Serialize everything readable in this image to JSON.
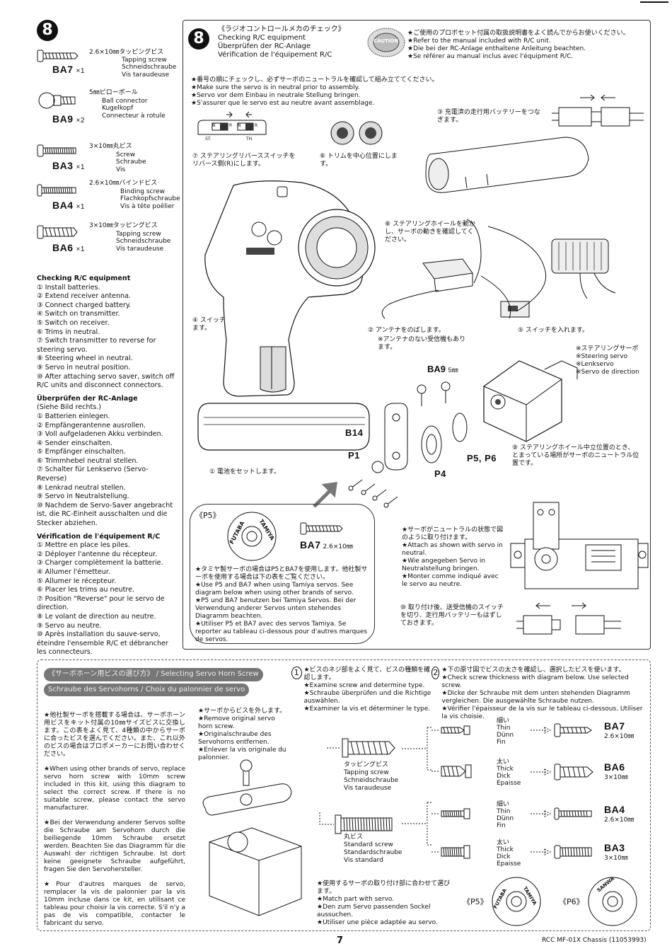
{
  "step_number": "8",
  "parts": [
    {
      "code": "BA7",
      "qty": "×1",
      "size_ja": "2.6×10㎜タッピングビス",
      "en": "Tapping screw",
      "de": "Schneidschraube",
      "fr": "Vis taraudeuse"
    },
    {
      "code": "BA9",
      "qty": "×2",
      "size_ja": "5㎜ピローボール",
      "en": "Ball connector",
      "de": "Kugelkopf",
      "fr": "Connecteur à rotule"
    },
    {
      "code": "BA3",
      "qty": "×1",
      "size_ja": "3×10㎜丸ビス",
      "en": "Screw",
      "de": "Schraube",
      "fr": "Vis"
    },
    {
      "code": "BA4",
      "qty": "×1",
      "size_ja": "2.6×10㎜バインドビス",
      "en": "Binding screw",
      "de": "Flachkopfschraube",
      "fr": "Vis à tête poêlier"
    },
    {
      "code": "BA6",
      "qty": "×1",
      "size_ja": "3×10㎜タッピングビス",
      "en": "Tapping screw",
      "de": "Schneidschraube",
      "fr": "Vis taraudeuse"
    }
  ],
  "checking": {
    "en_title": "Checking R/C equipment",
    "en_steps": [
      "① Install batteries.",
      "② Extend receiver antenna.",
      "③ Connect charged battery.",
      "④ Switch on transmitter.",
      "⑤ Switch on receiver.",
      "⑥ Trims in neutral.",
      "⑦ Switch transmitter to reverse for steering servo.",
      "⑧ Steering wheel in neutral.",
      "⑨ Servo in neutral position.",
      "⑩ After attaching servo saver, switch off R/C units and disconnect connectors."
    ],
    "de_title": "Überprüfen der RC-Anlage",
    "de_sub": "(Siehe Bild rechts.)",
    "de_steps": [
      "① Batterien einlegen.",
      "② Empfängerantenne ausrollen.",
      "③ Voll aufgeladenen Akku verbinden.",
      "④ Sender einschalten.",
      "⑤ Empfänger einschalten.",
      "⑥ Trimmhebel neutral stellen.",
      "⑦ Schalter für Lenkservo (Servo-Reverse)",
      "⑧ Lenkrad neutral stellen.",
      "⑨ Servo in Neutralstellung.",
      "⑩ Nachdem de Servo-Saver angebracht ist, die RC-Einheit ausschalten und die Stecker abziehen."
    ],
    "fr_title": "Vérification de l'équipement R/C",
    "fr_steps": [
      "① Mettre en place les piles.",
      "② Déployer l'antenne du récepteur.",
      "③ Charger complètement la batterie.",
      "④ Allumer l'émetteur.",
      "⑤ Allumer le récepteur.",
      "⑥ Placer les trims au neutre.",
      "⑦ Position \"Reverse\" pour le servo de direction.",
      "⑧ Le volant de direction au neutre.",
      "⑨ Servo au neutre.",
      "⑩ Après installation du sauve-servo, éteindre l'ensemble R/C et débrancher les connecteurs."
    ]
  },
  "main": {
    "title_ja": "《ラジオコントロールメカのチェック》",
    "title_en": "Checking R/C equipment",
    "title_de": "Überprüfen der RC-Anlage",
    "title_fr": "Vérification de l'équipement R/C",
    "caution_label": "CAUTION",
    "caution_ja": "★ご使用のプロポセット付属の取扱説明書をよく読んでからお使いください。",
    "caution_en": "★Refer to the manual included with R/C unit.",
    "caution_de": "★Die bei der RC-Anlage enthaltene Anleitung beachten.",
    "caution_fr": "★Se référer au manual inclus avec l'équipment R/C.",
    "order_ja": "★番号の順にチェックし、必ずサーボのニュートラルを確認して組み立ててください。",
    "order_en": "★Make sure the servo is in neutral prior to assembly.",
    "order_de": "★Servo vor dem Einbau in neutrale Stellung bringen.",
    "order_fr": "★S'assurer que le servo est au neutre avant assemblage.",
    "switch_labels": {
      "n": "N",
      "r": "R"
    },
    "knob_labels": {
      "st": "ST.",
      "th": "TH."
    },
    "callouts": {
      "c3": "③ 充電済の走行用バッテリーをつなぎます。",
      "c7": "⑦ ステアリングリバーススイッチをリバース側(R)にします。",
      "c6": "⑥ トリムを中心位置にします。",
      "c8": "⑧ ステアリングホイールを動かし、サーボの動きを確認してください。",
      "c4": "④ スイッチを入れます。",
      "c2a": "② アンテナをのばします。",
      "c2b": "※アンテナのない受信機もあります。",
      "c5": "⑤ スイッチを入れます。",
      "c1": "① 電池をセットします。",
      "c9": "⑨ ステアリングホイール中立位置のとき、とまっている場所がサーボのニュートラル位置です。",
      "c10": "⑩ 取り付け後、送受信機のスイッチを切り、走行用バッテリーもはずしておきます。"
    },
    "servo_label_ja": "※ステアリングサーボ",
    "servo_label_en": "※Steering servo",
    "servo_label_de": "※Lenkservo",
    "servo_label_fr": "※Servo de direction",
    "ba9_label": "BA9",
    "ba9_size": "5㎜",
    "b14": "B14",
    "p1": "P1",
    "p4": "P4",
    "p56": "P5, P6",
    "p5_box_label": "《P5》",
    "futaba": "FUTABA",
    "tamiya": "TAMIYA",
    "ba7_label": "BA7",
    "ba7_size": "2.6×10㎜",
    "p5_note_ja": "★タミヤ製サーボの場合はP5とBA7を使用します。他社製サーボを使用する場合は下の表をご覧ください。",
    "p5_note_en": "★Use P5 and BA7 when using Tamiya servos. See diagram below when using other brands of servo.",
    "p5_note_de": "★P5 und BA7 benutzen bei Tamiya Servos. Bei der Verwendung anderer Servos unten stehendes Diagramm beachten.",
    "p5_note_fr": "★Utiliser P5 et BA7 avec des servos Tamiya. Se reporter au tableau ci-dessous pour d'autres marques de servos.",
    "attach_ja": "★サーボがニュートラルの状態で図のように取り付けます。",
    "attach_en": "★Attach as shown with servo in neutral.",
    "attach_de": "★Wie angegeben Servo in Neutralstellung bringen.",
    "attach_fr": "★Monter comme indiqué avec le servo au neutre."
  },
  "bottom": {
    "header_ja": "《サーボホーン用ビスの選び方》",
    "header_en": "Selecting Servo Horn Screw",
    "header_de": "Schraube des Servohorns",
    "header_fr": "Choix du palonnier de servo",
    "intro_ja": "★他社製サーボを搭載する場合は、サーボホーン用ビスをキット付属の10㎜サイズビスに交換します。この表をよく見て、4種類の中からサーボに合ったビスを選んでください。また、これ以外のビスの場合はプロポメーカーにお問い合わせください。",
    "intro_en": "★When using other brands of servo, replace servo horn screw with 10mm screw included in this kit, using this diagram to select the correct screw. If there is no suitable screw, please contact the servo manufacturer.",
    "intro_de": "★Bei der Verwendung anderer Servos sollte die Schraube am Servohorn durch die beiliegende 10mm Schraube ersetzt werden. Beachten Sie das Diagramm für die Auswahl der richtigen Schraube. Ist dort keine geeignete Schraube aufgeführt, fragen Sie den Servohersteller.",
    "intro_fr": "★Pour d'autres marques de servo, remplacer la vis de palonnier par la vis 10mm incluse dans ce kit, en utilisant ce tableau pour choisir la vis correcte. S'il n'y a pas de vis compatible, contacter le fabricant du servo.",
    "remove_ja": "★サーボからビスを外します。",
    "remove_en": "★Remove original servo horn screw.",
    "remove_de": "★Originalschraube des Servohorns entfernen.",
    "remove_fr": "★Enlever la vis originale du palonnier.",
    "s1_ja": "★ビスのネジ部をよく見て、ビスの種類を確認します。",
    "s1_en": "★Examine screw and determine type.",
    "s1_de": "★Schraube überprüfen und die Richtige auswählen.",
    "s1_fr": "★Examiner la vis et déterminer le type.",
    "s2_ja": "★下の原寸図でビスの太さを確認し、選択したビスを使います。",
    "s2_en": "★Check screw thickness with diagram below. Use selected screw.",
    "s2_de": "★Dicke der Schraube mit dem unten stehenden Diagramm vergleichen. Die ausgewählte Schraube nutzen.",
    "s2_fr": "★Vérifier l'épaisseur de la vis sur le tableau ci-dessous. Utiliser la vis choisie.",
    "tapping": {
      "ja": "タッピングビス",
      "en": "Tapping screw",
      "de": "Schneidschraube",
      "fr": "Vis taraudeuse"
    },
    "standard": {
      "ja": "丸ビス",
      "en": "Standard screw",
      "de": "Standardschraube",
      "fr": "Vis standard"
    },
    "rows": [
      {
        "ja": "細い",
        "en": "Thin",
        "de": "Dünn",
        "fr": "Fin",
        "code": "BA7",
        "size": "2.6×10㎜"
      },
      {
        "ja": "太い",
        "en": "Thick",
        "de": "Dick",
        "fr": "Epaisse",
        "code": "BA6",
        "size": "3×10㎜"
      },
      {
        "ja": "細い",
        "en": "Thin",
        "de": "Dünn",
        "fr": "Fin",
        "code": "BA4",
        "size": "2.6×10㎜"
      },
      {
        "ja": "太い",
        "en": "Thick",
        "de": "Dick",
        "fr": "Epaisse",
        "code": "BA3",
        "size": "3×10㎜"
      }
    ],
    "match_ja": "★使用するサーボの取り付け部に合わせて選びます。",
    "match_en": "★Match part with servo.",
    "match_de": "★Den zum Servo passenden Sockel aussuchen.",
    "match_fr": "★Utiliser une pièce adaptée au servo.",
    "p5": "《P5》",
    "p6": "《P6》",
    "sanwa": "SANWA"
  },
  "footer": {
    "page": "7",
    "doc": "RCC MF-01X Chassis (11053993)"
  }
}
